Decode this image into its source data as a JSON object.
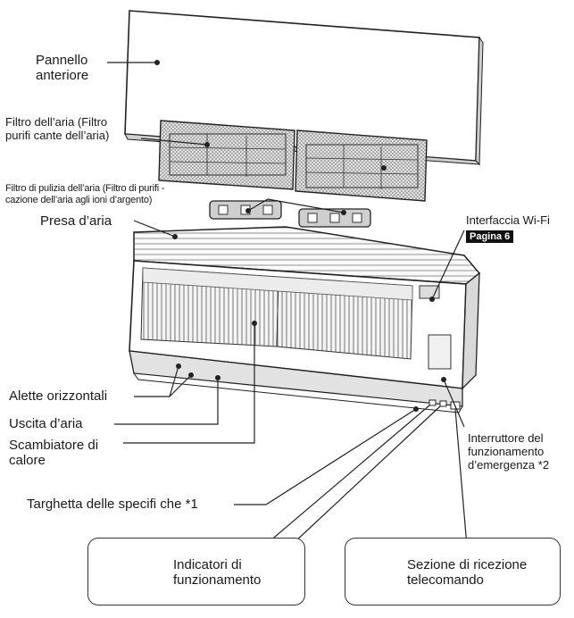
{
  "labels": {
    "front_panel": [
      "Pannello",
      "anteriore"
    ],
    "air_filter": [
      "Filtro dell’aria (Filtro",
      "purifi cante dell’aria)"
    ],
    "cleaning_filter": [
      "Filtro di pulizia dell’aria (Filtro di purifi -",
      "cazione dell’aria agli ioni d’argento)"
    ],
    "air_intake": "Presa d’aria",
    "wifi_interface": "Interfaccia Wi-Fi",
    "wifi_page": "Pagina 6",
    "horizontal_louvers": "Alette orizzontali",
    "air_outlet": "Uscita d’aria",
    "heat_exchanger": [
      "Scambiatore di",
      "calore"
    ],
    "emergency_switch": [
      "Interruttore del",
      "funzionamento",
      "d’emergenza *2"
    ],
    "spec_plate": "Targhetta delle specifi che *1",
    "indicators": [
      "Indicatori di",
      "funzionamento"
    ],
    "remote_receiver": [
      "Sezione di ricezione",
      "telecomando"
    ]
  },
  "colors": {
    "line": "#222222",
    "panel_fill": "#ffffff",
    "mesh": "#8a8a8a",
    "unit_shade": "#d9d9d9"
  }
}
